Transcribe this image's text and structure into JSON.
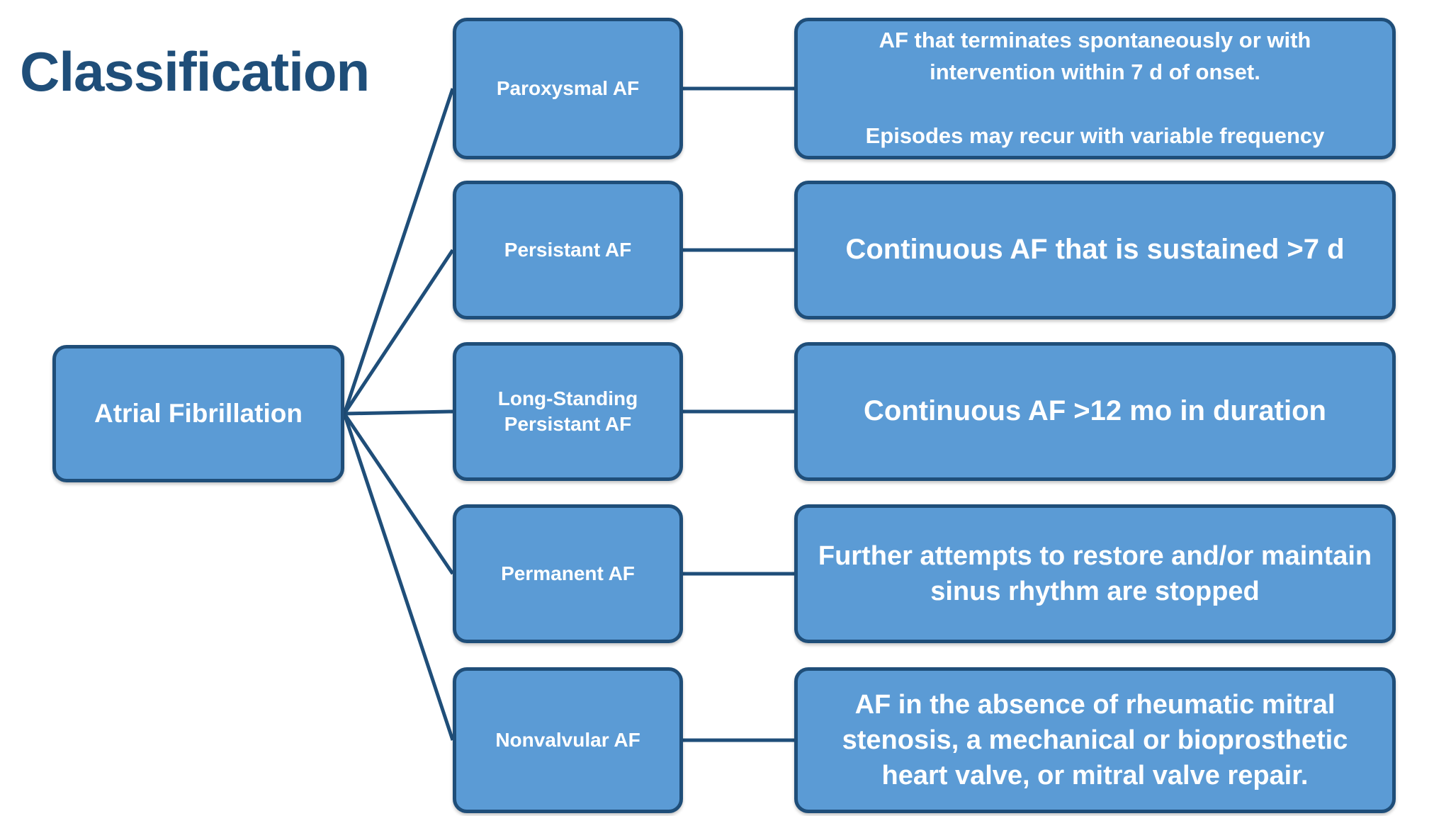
{
  "title": "Classification",
  "colors": {
    "node_fill": "#5B9BD5",
    "node_border": "#1F4E79",
    "title_text": "#1F4E79",
    "node_text": "#FFFFFF",
    "background": "#FFFFFF",
    "connector": "#1F4E79"
  },
  "root": {
    "label": "Atrial Fibrillation"
  },
  "rows": [
    {
      "category": "Paroxysmal AF",
      "description": "AF that terminates spontaneously or with intervention within 7 d of onset.\n\nEpisodes may recur with variable frequency"
    },
    {
      "category": "Persistant AF",
      "description": "Continuous AF that is sustained >7 d"
    },
    {
      "category": "Long-Standing\nPersistant AF",
      "description": "Continuous AF >12 mo in duration"
    },
    {
      "category": "Permanent AF",
      "description": "Further attempts to restore and/or maintain sinus rhythm are stopped"
    },
    {
      "category": "Nonvalvular AF",
      "description": "AF in the absence of rheumatic mitral stenosis, a mechanical or bioprosthetic heart valve, or mitral valve repair."
    }
  ]
}
